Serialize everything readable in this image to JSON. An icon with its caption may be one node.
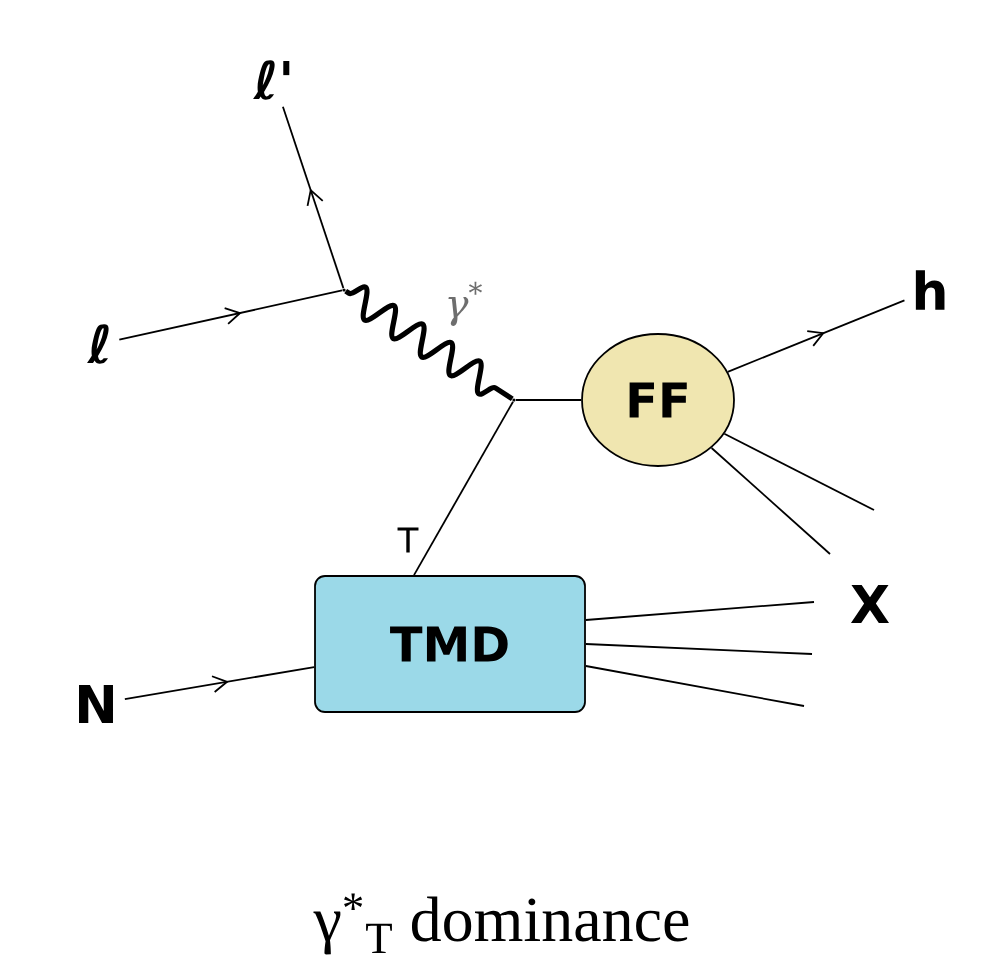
{
  "diagram": {
    "caption": "γ$^{*}$$_{T}$ dominance",
    "nodes": [
      {
        "text": [
          "ℓ'"
        ]
      },
      {
        "text": [
          "ℓ"
        ]
      },
      {
        "text": [],
        "shape": "dot"
      },
      {
        "text": [],
        "shape": "dot"
      },
      {
        "text": [
          "FF"
        ]
      },
      {
        "text": [
          "h"
        ]
      },
      {
        "text": [
          "TMD"
        ]
      },
      {
        "text": [
          "N"
        ]
      }
    ],
    "edges": [
      {
        "from": 1,
        "to": 2,
        "arrow": "to"
      },
      {
        "from": 2,
        "to": 0,
        "arrow": "to"
      },
      {
        "from": 2,
        "to": 3,
        "arrow": "none",
        "style": "thick",
        "label": "γ$^{*}$"
      },
      {
        "from": 3,
        "to": 4,
        "arrow": "none"
      },
      {
        "from": 6,
        "to": 3,
        "arrow": "none",
        "label": "T"
      },
      {
        "from": 4,
        "to": 5,
        "arrow": "to"
      },
      {
        "from": 4,
        "to": null,
        "arrow": "none"
      },
      {
        "from": 4,
        "to": null,
        "arrow": "none"
      },
      {
        "from": 6,
        "to": null,
        "arrow": "none"
      },
      {
        "from": 6,
        "to": null,
        "arrow": "none"
      },
      {
        "from": 6,
        "to": null,
        "arrow": "none"
      },
      {
        "from": 7,
        "to": 6,
        "arrow": "to"
      }
    ],
    "labels": [
      "X"
    ]
  }
}
